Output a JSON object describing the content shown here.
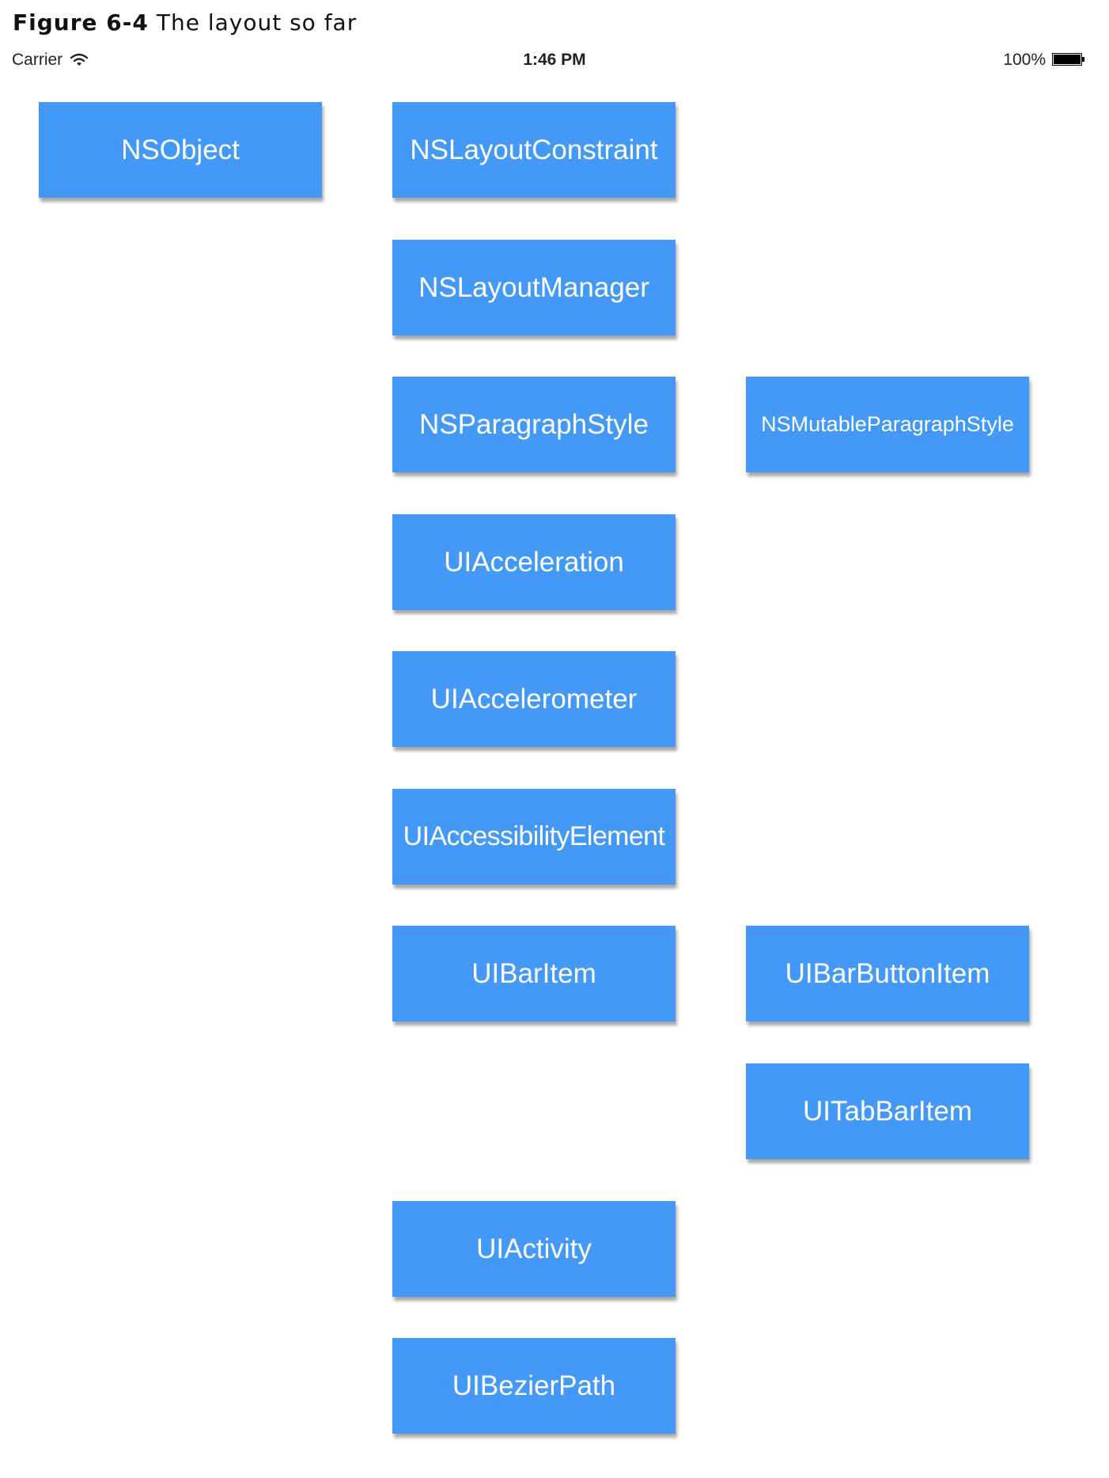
{
  "caption": {
    "figure_number": "Figure 6-4",
    "title": "The layout so far"
  },
  "status_bar": {
    "carrier": "Carrier",
    "time": "1:46 PM",
    "battery_percent": "100%",
    "battery_level": 1.0,
    "icons": [
      "wifi-icon",
      "battery-icon"
    ]
  },
  "colors": {
    "box_fill": "#4399f5",
    "box_text": "#ffffff",
    "background": "#ffffff"
  },
  "classes": {
    "nsobject": "NSObject",
    "nslayoutconstraint": "NSLayoutConstraint",
    "nslayoutmanager": "NSLayoutManager",
    "nsparagraphstyle": "NSParagraphStyle",
    "nsmutableparagraphstyle": "NSMutableParagraphStyle",
    "uiacceleration": "UIAcceleration",
    "uiaccelerometer": "UIAccelerometer",
    "uiaccessibilityelement": "UIAccessibilityElement",
    "uibaritem": "UIBarItem",
    "uibarbuttonitem": "UIBarButtonItem",
    "uitabbaritem": "UITabBarItem",
    "uiactivity": "UIActivity",
    "uibezierpath": "UIBezierPath"
  }
}
